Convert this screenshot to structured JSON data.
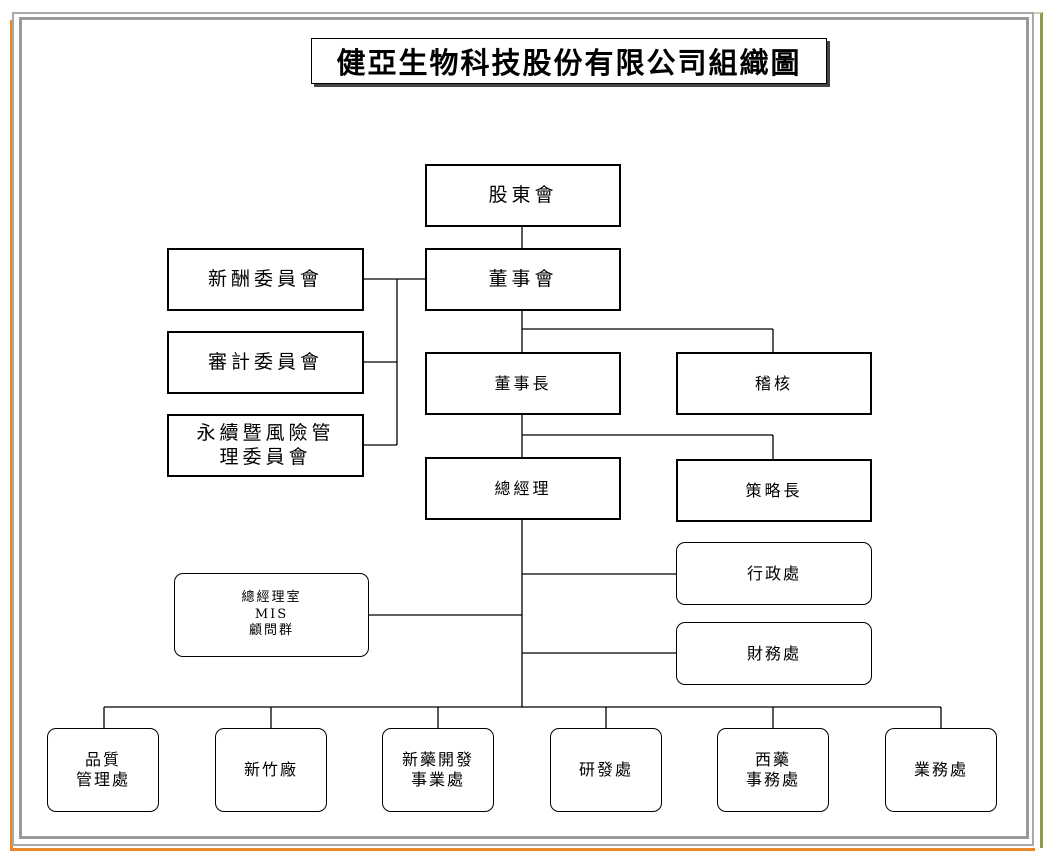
{
  "title": "健亞生物科技股份有限公司組織圖",
  "nodes": {
    "shareholders": "股東會",
    "board": "董事會",
    "compensation": "新酬委員會",
    "audit": "審計委員會",
    "sustainability": "永續暨風險管\n理委員會",
    "chairman": "董事長",
    "internal_audit": "稽核",
    "president": "總經理",
    "cso": "策略長",
    "admin": "行政處",
    "president_office": "總經理室\nMIS\n顧問群",
    "finance": "財務處",
    "qa": "品質\n管理處",
    "hsinchu": "新竹廠",
    "new_drug": "新藥開發\n事業處",
    "rd": "研發處",
    "western_medicine": "西藥\n事務處",
    "sales": "業務處"
  }
}
